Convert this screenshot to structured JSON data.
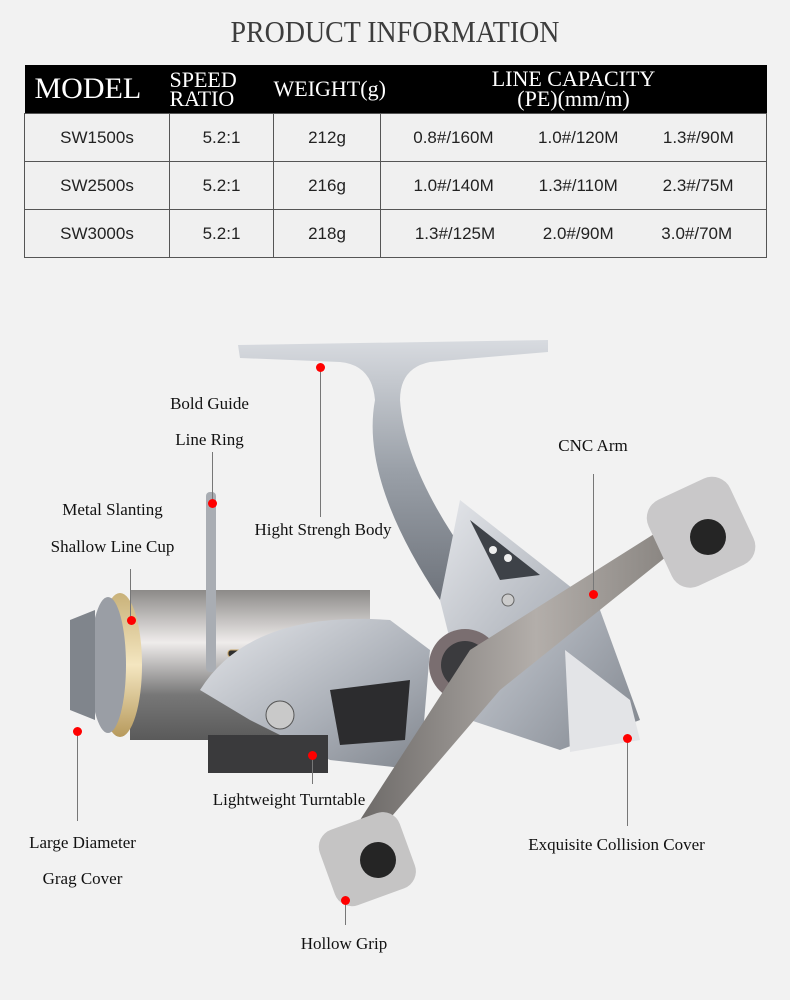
{
  "title": "PRODUCT INFORMATION",
  "table": {
    "headers": {
      "model": "MODEL",
      "speed_line1": "SPEED",
      "speed_line2": "RATIO",
      "weight": "WEIGHT(g)",
      "line_line1": "LINE CAPACITY",
      "line_line2": "(PE)(mm/m)"
    },
    "rows": [
      {
        "model": "SW1500s",
        "ratio": "5.2:1",
        "weight": "212g",
        "cap": [
          "0.8#/160M",
          "1.0#/120M",
          "1.3#/90M"
        ]
      },
      {
        "model": "SW2500s",
        "ratio": "5.2:1",
        "weight": "216g",
        "cap": [
          "1.0#/140M",
          "1.3#/110M",
          "2.3#/75M"
        ]
      },
      {
        "model": "SW3000s",
        "ratio": "5.2:1",
        "weight": "218g",
        "cap": [
          "1.3#/125M",
          "2.0#/90M",
          "3.0#/70M"
        ]
      }
    ]
  },
  "callouts": {
    "bold_guide_1": "Bold Guide",
    "bold_guide_2": "Line Ring",
    "metal_cup_1": "Metal Slanting",
    "metal_cup_2": "Shallow Line Cup",
    "body": "Hight Strengh Body",
    "cnc_arm": "CNC Arm",
    "turntable": "Lightweight Turntable",
    "drag_1": "Large Diameter",
    "drag_2": "Grag Cover",
    "collision": "Exquisite Collision Cover",
    "grip": "Hollow Grip"
  },
  "colors": {
    "background": "#f2f2f2",
    "header_bg": "#000000",
    "marker": "#ff0000"
  }
}
